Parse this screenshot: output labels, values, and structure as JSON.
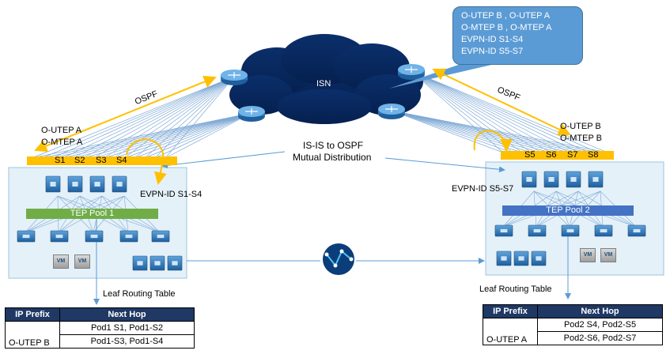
{
  "isn": {
    "label": "ISN"
  },
  "callout": {
    "lines": [
      "O-UTEP B , O-UTEP A",
      "O-MTEP B , O-MTEP A",
      "EVPN-ID S1-S4",
      "EVPN-ID S5-S7"
    ]
  },
  "ospf_left": "OSPF",
  "ospf_right": "OSPF",
  "redistribution": {
    "line1": "IS-IS to OSPF",
    "line2": "Mutual Distribution"
  },
  "pod1": {
    "utep": "O-UTEP A",
    "mtep": "O-MTEP A",
    "spines": [
      "S1",
      "S2",
      "S3",
      "S4"
    ],
    "evpn": "EVPN-ID S1-S4",
    "tep_pool": "TEP Pool 1",
    "vm_labels": [
      "VM",
      "VM"
    ],
    "routing_title": "Leaf Routing Table",
    "table": {
      "headers": [
        "IP Prefix",
        "Next Hop"
      ],
      "prefix": "O-UTEP B",
      "hops": [
        "Pod1 S1, Pod1-S2",
        "Pod1-S3, Pod1-S4"
      ]
    }
  },
  "pod2": {
    "utep": "O-UTEP B",
    "mtep": "O-MTEP B",
    "spines": [
      "S5",
      "S6",
      "S7",
      "S8"
    ],
    "evpn": "EVPN-ID S5-S7",
    "tep_pool": "TEP Pool 2",
    "vm_labels": [
      "VM",
      "VM"
    ],
    "routing_title": "Leaf Routing Table",
    "table": {
      "headers": [
        "IP Prefix",
        "Next Hop"
      ],
      "prefix": "O-UTEP A",
      "hops": [
        "Pod2 S4, Pod2-S5",
        "Pod2-S6, Pod2-S7"
      ]
    }
  },
  "colors": {
    "pod_fill": "#e4f1f9",
    "spine_bar": "#ffc000",
    "pool1": "#70ad47",
    "pool2": "#4472c4",
    "table_header": "#1f3864",
    "callout": "#5b9bd5",
    "switch": "#2e75b6",
    "line": "#5b9bd5"
  }
}
